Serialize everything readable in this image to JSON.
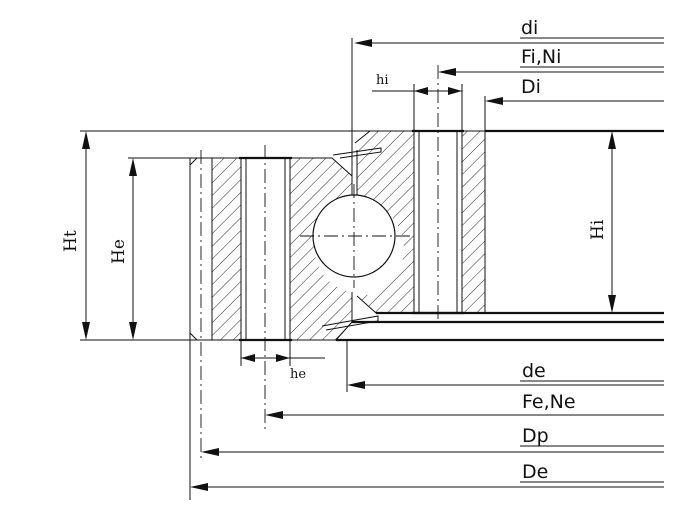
{
  "labels": {
    "di": "di",
    "fi_ni": "Fi,Ni",
    "Di": "Di",
    "hi": "hi",
    "Ht": "Ht",
    "He": "He",
    "Hi": "Hi",
    "he": "he",
    "de": "de",
    "fe_ne": "Fe,Ne",
    "Dp": "Dp",
    "De": "De"
  }
}
